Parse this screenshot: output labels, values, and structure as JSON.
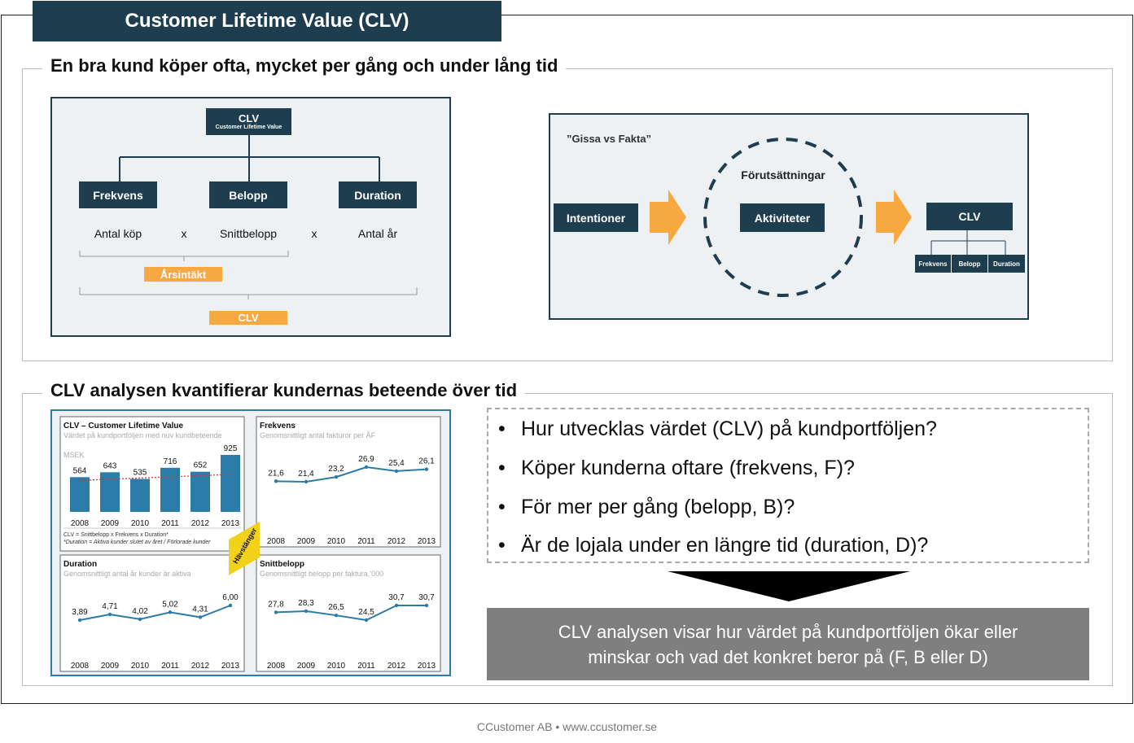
{
  "header": {
    "title": "Customer Lifetime Value (CLV)"
  },
  "section1": {
    "title": "En bra kund köper ofta, mycket per gång och under lång tid",
    "tree": {
      "root": "CLV",
      "root_sub": "Customer Lifetime Value",
      "nodes": [
        "Frekvens",
        "Belopp",
        "Duration"
      ],
      "measures": [
        "Antal köp",
        "Snittbelopp",
        "Antal år"
      ],
      "ops": [
        "x",
        "x"
      ],
      "arsintakt": "Årsintäkt",
      "clv": "CLV"
    },
    "flow": {
      "caption": "”Gissa vs Fakta”",
      "intentioner": "Intentioner",
      "forutsattningar": "Förutsättningar",
      "aktiviteter": "Aktiviteter",
      "clv": "CLV",
      "sub": [
        "Frekvens",
        "Belopp",
        "Duration"
      ]
    }
  },
  "section2": {
    "title": "CLV analysen kvantifierar kundernas beteende över tid",
    "bullets": [
      "Hur utvecklas värdet (CLV) på kundportföljen?",
      "Köper kunderna oftare (frekvens, F)?",
      "För mer per gång (belopp, B)?",
      "Är de lojala under en längre tid (duration, D)?"
    ],
    "conclusion": [
      "CLV analysen visar hur värdet på kundportföljen ökar eller",
      "minskar och vad det konkret beror på (F, B eller D)"
    ],
    "havstanger": "Hävstänger"
  },
  "chart_data": [
    {
      "type": "bar",
      "title": "CLV – Customer Lifetime Value",
      "subtitle": "Värdet på kundportföljen med nuv kundbeteende",
      "unit": "MSEK",
      "categories": [
        "2008",
        "2009",
        "2010",
        "2011",
        "2012",
        "2013"
      ],
      "values": [
        564,
        643,
        535,
        716,
        652,
        925
      ],
      "value_labels": [
        "564",
        "643",
        "535",
        "716",
        "652",
        "925"
      ],
      "trendline": true,
      "notes": [
        "CLV = Snittbelopp x Frekvens x Duration*",
        "*Duration = Aktiva kunder slutet av året / Förlorade kunder"
      ],
      "color": "#2b7ca8"
    },
    {
      "type": "line",
      "title": "Frekvens",
      "subtitle": "Genomsnittligt antal fakturor per ÅF",
      "categories": [
        "2008",
        "2009",
        "2010",
        "2011",
        "2012",
        "2013"
      ],
      "values": [
        21.6,
        21.4,
        23.2,
        26.9,
        25.4,
        26.1
      ],
      "value_labels": [
        "21,6",
        "21,4",
        "23,2",
        "26,9",
        "25,4",
        "26,1"
      ],
      "color": "#2b7ca8"
    },
    {
      "type": "line",
      "title": "Duration",
      "subtitle": "Genomsnittligt antal år kunder är aktiva",
      "categories": [
        "2008",
        "2009",
        "2010",
        "2011",
        "2012",
        "2013"
      ],
      "values": [
        3.89,
        4.71,
        4.02,
        5.02,
        4.31,
        6.0
      ],
      "value_labels": [
        "3,89",
        "4,71",
        "4,02",
        "5,02",
        "4,31",
        "6,00"
      ],
      "color": "#2b7ca8"
    },
    {
      "type": "line",
      "title": "Snittbelopp",
      "subtitle": "Genomsnittligt belopp per faktura,’000",
      "categories": [
        "2008",
        "2009",
        "2010",
        "2011",
        "2012",
        "2013"
      ],
      "values": [
        27.8,
        28.3,
        26.5,
        24.5,
        30.7,
        30.7
      ],
      "value_labels": [
        "27,8",
        "28,3",
        "26,5",
        "24,5",
        "30,7",
        "30,7"
      ],
      "color": "#2b7ca8"
    }
  ],
  "footer": {
    "text": "CCustomer AB • www.ccustomer.se"
  }
}
